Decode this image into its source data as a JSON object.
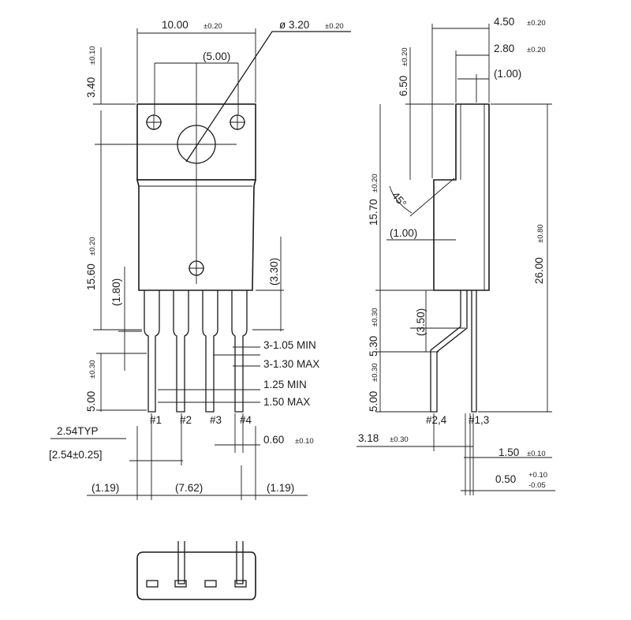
{
  "front_view": {
    "dims": {
      "width_top": "10.00",
      "width_top_tol": "±0.20",
      "hole_dia": "ø 3.20",
      "hole_dia_tol": "±0.20",
      "hole_spacing": "(5.00)",
      "tab_height": "3.40",
      "tab_height_tol": "±0.10",
      "body_height": "15.60",
      "body_height_tol": "±0.20",
      "lead_offset": "(1.80)",
      "lower_offset": "(3.30)",
      "lead_width_min": "3-1.05 MIN",
      "lead_width_max": "3-1.30 MAX",
      "lead_top_min": "1.25 MIN",
      "lead_top_max": "1.50 MAX",
      "lead_len": "5.00",
      "lead_len_tol": "±0.30",
      "pitch_typ": "2.54TYP",
      "pitch_tol": "[2.54±0.25]",
      "lead_thk": "0.60",
      "lead_thk_tol": "±0.10",
      "left_margin": "(1.19)",
      "span": "(7.62)",
      "right_margin": "(1.19)"
    },
    "pins": [
      "#1",
      "#2",
      "#3",
      "#4"
    ]
  },
  "side_view": {
    "dims": {
      "depth": "4.50",
      "depth_tol": "±0.20",
      "tab_depth": "2.80",
      "tab_depth_tol": "±0.20",
      "tab_thk": "(1.00)",
      "upper": "6.50",
      "upper_tol": "±0.20",
      "mid": "15.70",
      "mid_tol": "±0.20",
      "angle": "45°",
      "step": "(1.00)",
      "overall": "26.00",
      "overall_tol": "±0.80",
      "bend_offset": "(3.50)",
      "bend_len": "5.30",
      "bend_len_tol": "±0.30",
      "lead_len": "5.00",
      "lead_len_tol": "±0.30",
      "lead_pitch": "3.18",
      "lead_pitch_tol": "±0.30",
      "lead_w": "1.50",
      "lead_w_tol": "±0.10",
      "lead_thk": "0.50",
      "lead_thk_tol_plus": "+0.10",
      "lead_thk_tol_minus": "-0.05"
    },
    "pins": [
      "#2,4",
      "#1,3"
    ]
  }
}
